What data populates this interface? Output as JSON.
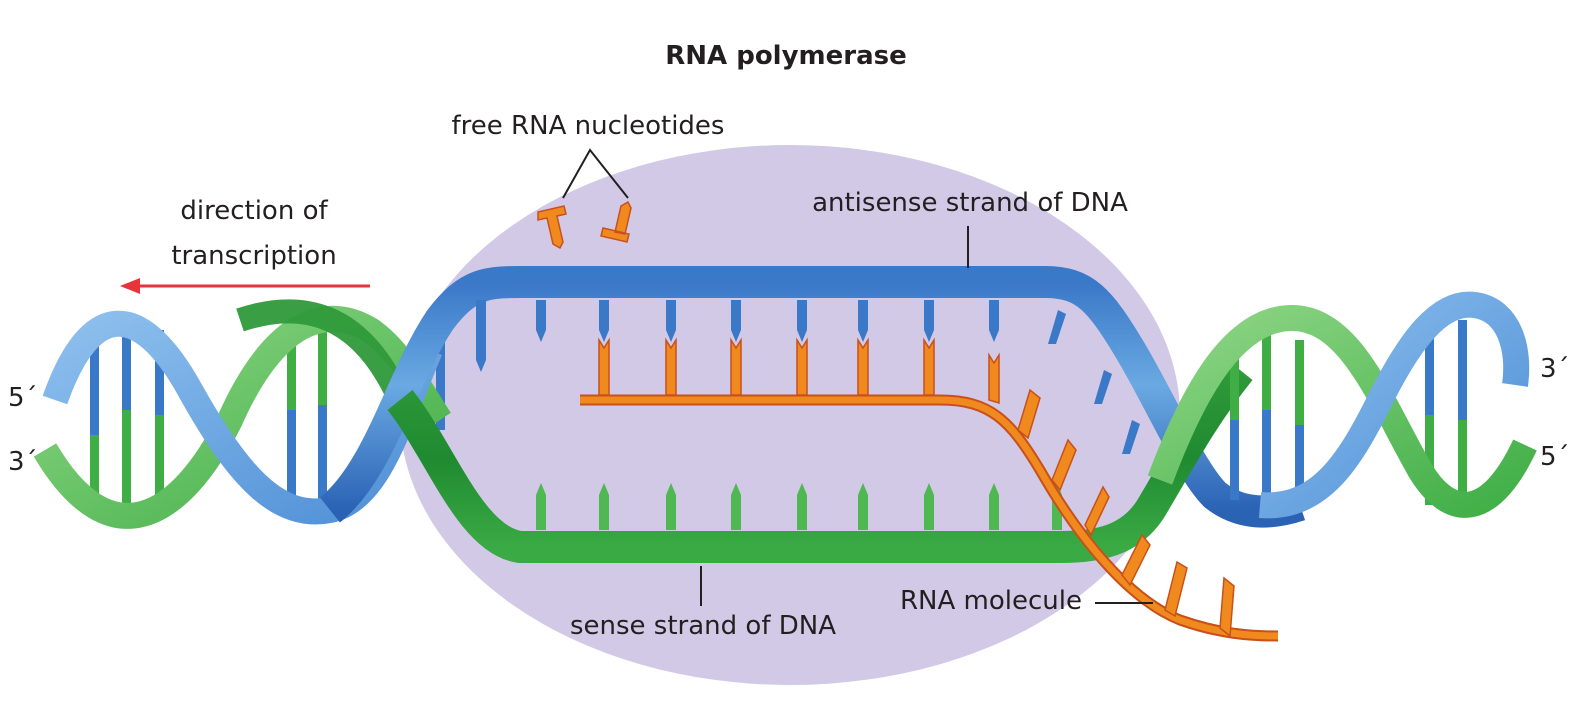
{
  "title": "RNA polymerase",
  "labels": {
    "nucleotides": "free RNA nucleotides",
    "direction_line1": "direction of",
    "direction_line2": "transcription",
    "antisense": "antisense strand of DNA",
    "sense": "sense strand of DNA",
    "rna_molecule": "RNA molecule",
    "left_top_end": "5´",
    "left_bottom_end": "3´",
    "right_top_end": "3´",
    "right_bottom_end": "5´"
  },
  "colors": {
    "polymerase": "#d2c9e6",
    "antisense_strand": "#2f6ec1",
    "antisense_highlight": "#6fa8e0",
    "sense_strand": "#2e9e3a",
    "sense_highlight": "#6cc36a",
    "rna": "#f08a1e",
    "direction_arrow": "#e8323c",
    "text": "#231f20"
  },
  "icons": {
    "direction_arrow": "left-arrow-icon",
    "nucleotide": "nucleotide-icon"
  }
}
